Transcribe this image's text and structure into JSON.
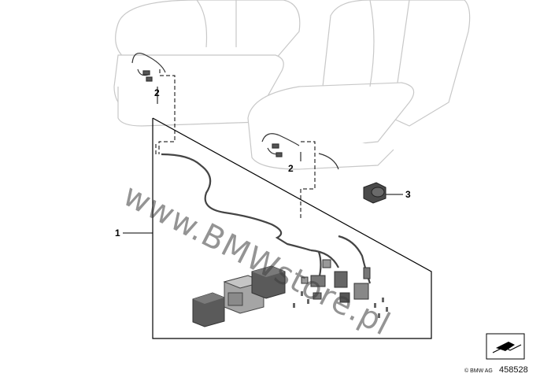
{
  "diagram": {
    "watermark": "www.BMWstore.pl",
    "callouts": {
      "harness": "1",
      "seat_left_connector": "2",
      "seat_right_connector": "2",
      "sensor": "3"
    },
    "footer": {
      "brand": "© BMW AG",
      "part_number": "458528"
    }
  },
  "colors": {
    "line": "#000000",
    "seat_outline": "#c8c8c8",
    "module_dark": "#5a5a5a",
    "module_light": "#9a9a9a"
  }
}
